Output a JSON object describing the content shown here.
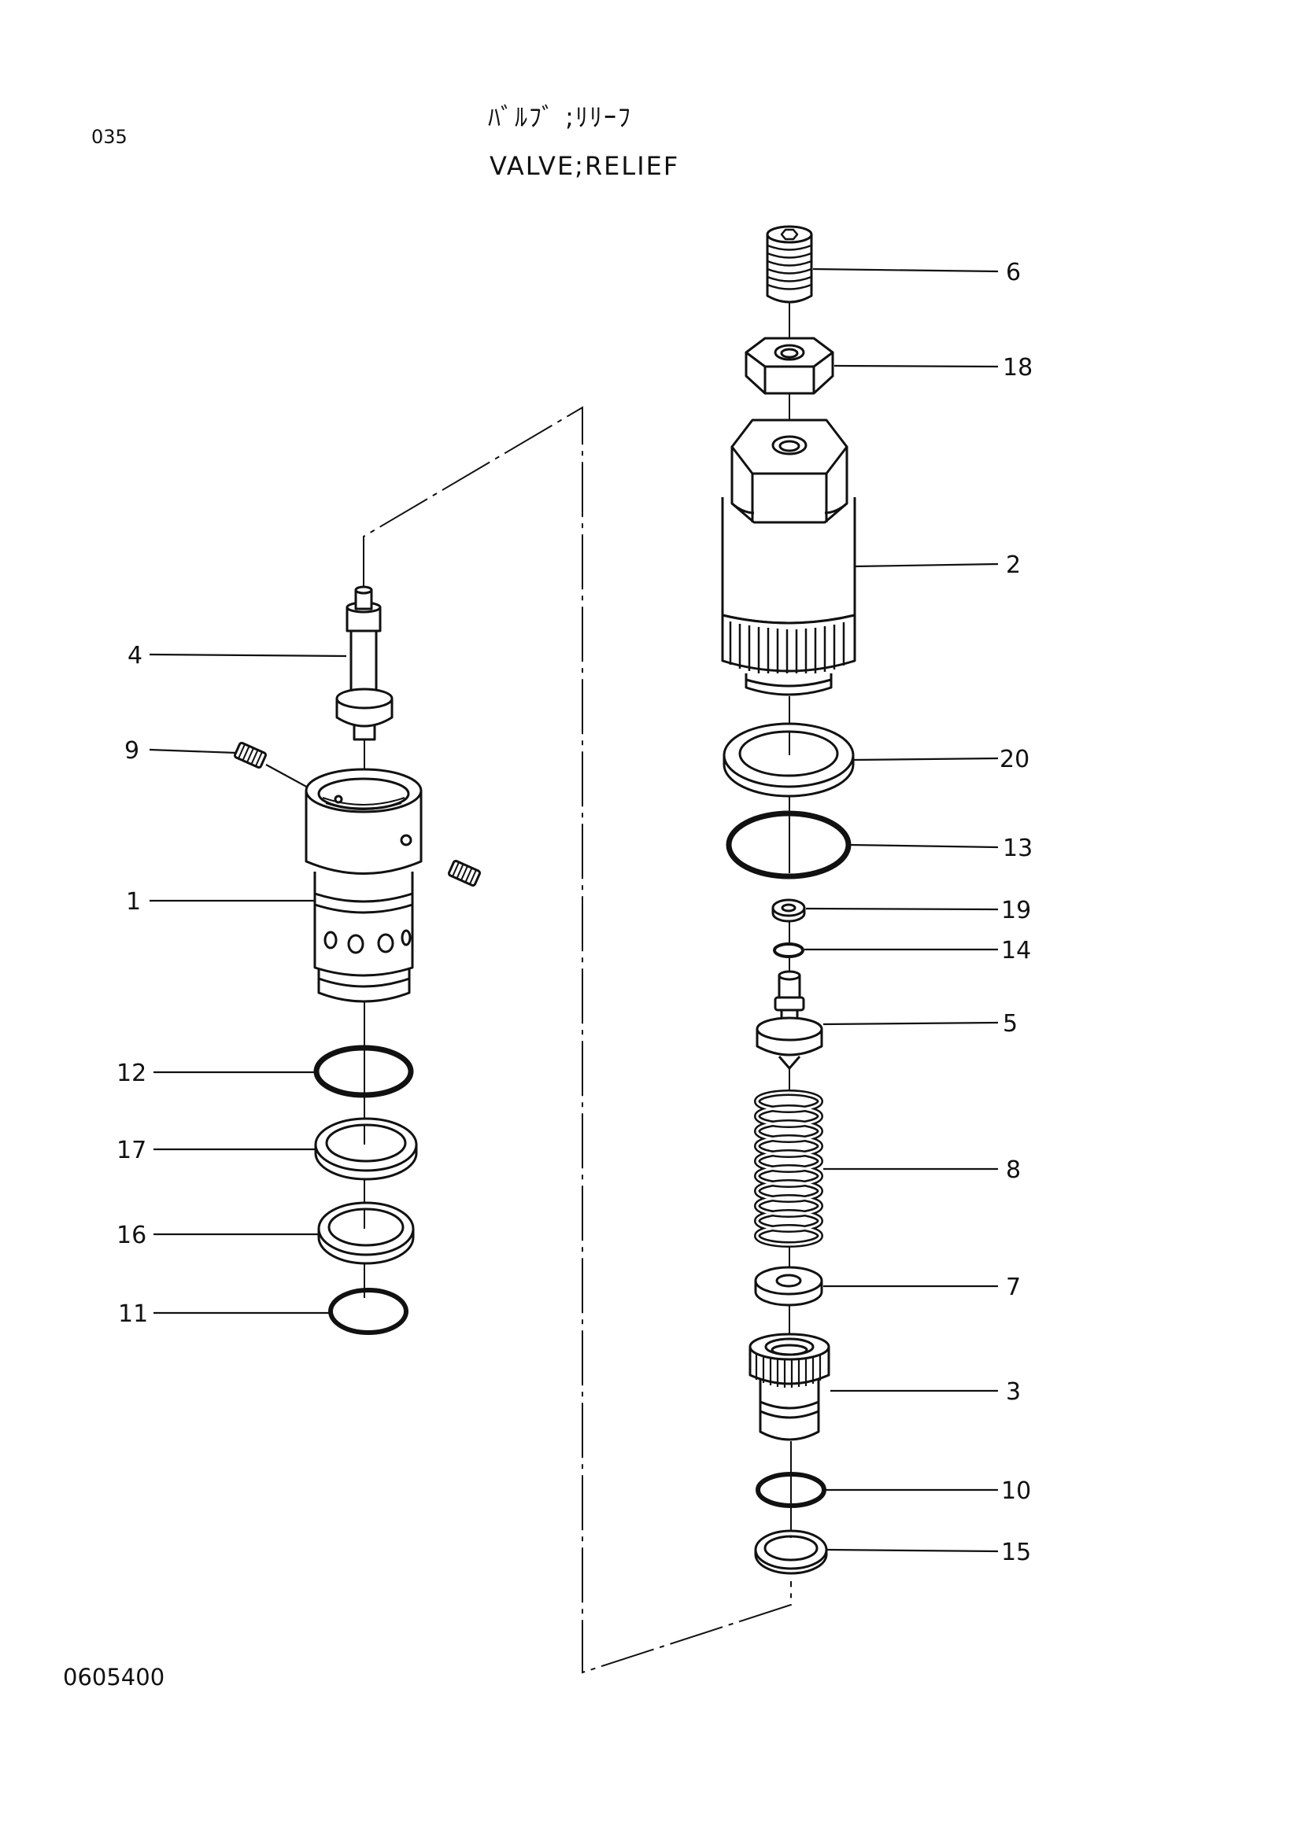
{
  "header": {
    "sheet_number": "035",
    "title_japanese": "ﾊﾞﾙﾌﾞ ;ﾘﾘｰﾌ",
    "title_english": "VALVE;RELIEF"
  },
  "footer": {
    "drawing_number": "0605400"
  },
  "callouts": {
    "p1": "1",
    "p2": "2",
    "p3": "3",
    "p4": "4",
    "p5": "5",
    "p6": "6",
    "p7": "7",
    "p8": "8",
    "p9": "9",
    "p10": "10",
    "p11": "11",
    "p12": "12",
    "p13": "13",
    "p14": "14",
    "p15": "15",
    "p16": "16",
    "p17": "17",
    "p18": "18",
    "p19": "19",
    "p20": "20"
  }
}
